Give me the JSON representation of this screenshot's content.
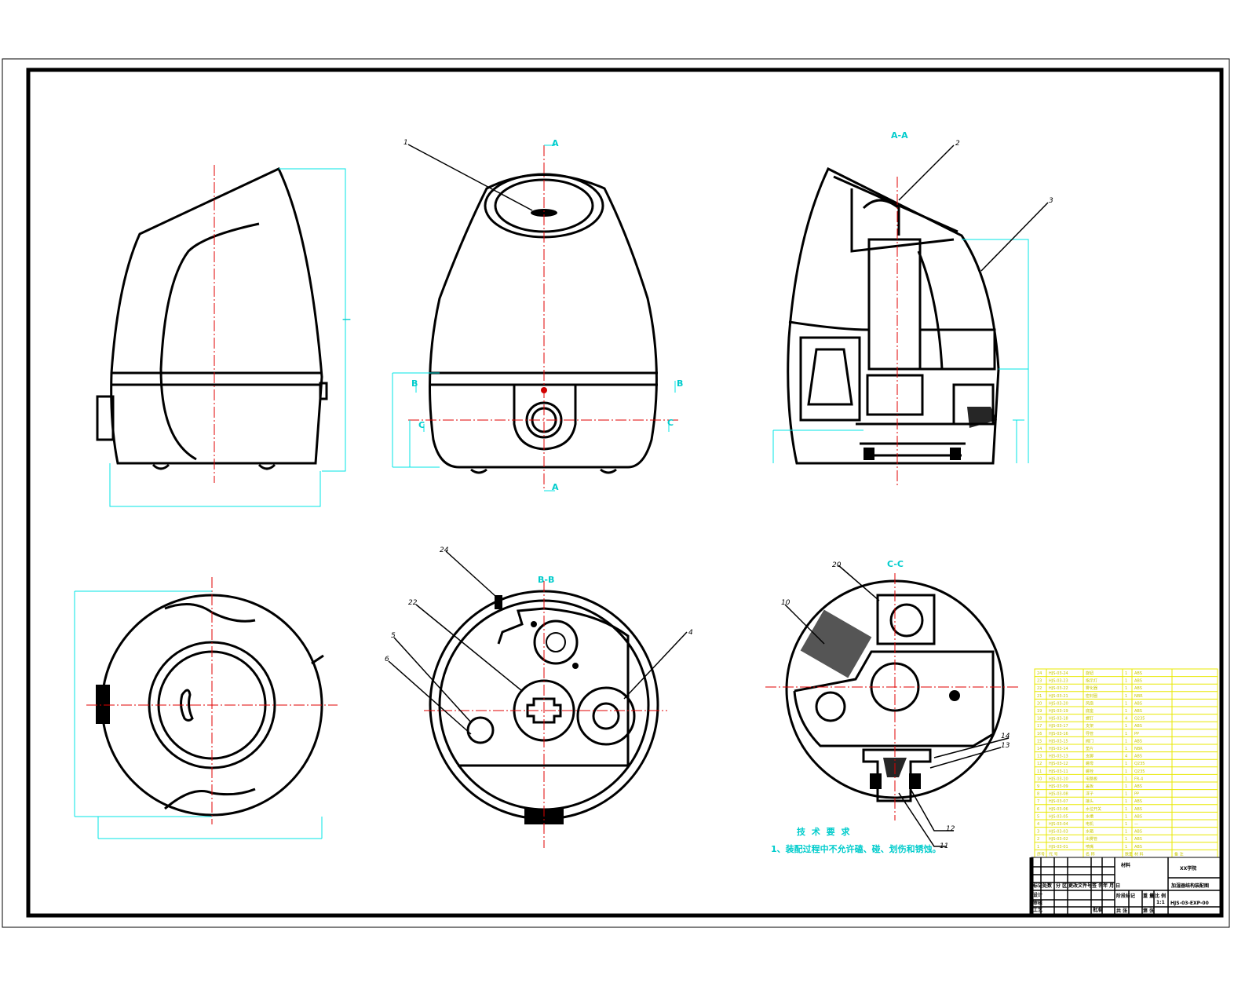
{
  "views": {
    "section_aa": "A-A",
    "section_bb": "B-B",
    "section_cc": "C-C",
    "marker_a": "A",
    "marker_b": "B",
    "marker_c": "C"
  },
  "part_numbers": [
    "1",
    "2",
    "3",
    "4",
    "5",
    "6",
    "10",
    "11",
    "12",
    "13",
    "14",
    "20",
    "22",
    "24"
  ],
  "tech_requirements": {
    "title": "技 术 要 求",
    "items": [
      "1、装配过程中不允许磕、碰、划伤和锈蚀。"
    ]
  },
  "parts_list": {
    "rows": [
      {
        "no": "24",
        "code": "HJS-03-24",
        "name": "旋钮",
        "qty": "1",
        "material": "ABS"
      },
      {
        "no": "23",
        "code": "HJS-03-23",
        "name": "指示灯",
        "qty": "1",
        "material": "ABS"
      },
      {
        "no": "22",
        "code": "HJS-03-22",
        "name": "雾化器",
        "qty": "1",
        "material": "ABS"
      },
      {
        "no": "21",
        "code": "HJS-03-21",
        "name": "密封圈",
        "qty": "1",
        "material": "NBR"
      },
      {
        "no": "20",
        "code": "HJS-03-20",
        "name": "风扇",
        "qty": "1",
        "material": "ABS"
      },
      {
        "no": "19",
        "code": "HJS-03-19",
        "name": "底座",
        "qty": "1",
        "material": "ABS"
      },
      {
        "no": "18",
        "code": "HJS-03-18",
        "name": "螺钉",
        "qty": "4",
        "material": "Q235"
      },
      {
        "no": "17",
        "code": "HJS-03-17",
        "name": "支架",
        "qty": "1",
        "material": "ABS"
      },
      {
        "no": "16",
        "code": "HJS-03-16",
        "name": "导管",
        "qty": "1",
        "material": "PP"
      },
      {
        "no": "15",
        "code": "HJS-03-15",
        "name": "阀门",
        "qty": "1",
        "material": "ABS"
      },
      {
        "no": "14",
        "code": "HJS-03-14",
        "name": "垫片",
        "qty": "1",
        "material": "NBR"
      },
      {
        "no": "13",
        "code": "HJS-03-13",
        "name": "支脚",
        "qty": "4",
        "material": "ABS"
      },
      {
        "no": "12",
        "code": "HJS-03-12",
        "name": "螺母",
        "qty": "1",
        "material": "Q235"
      },
      {
        "no": "11",
        "code": "HJS-03-11",
        "name": "螺栓",
        "qty": "1",
        "material": "Q235"
      },
      {
        "no": "10",
        "code": "HJS-03-10",
        "name": "电路板",
        "qty": "1",
        "material": "FR-4"
      },
      {
        "no": "9",
        "code": "HJS-03-09",
        "name": "盖板",
        "qty": "1",
        "material": "ABS"
      },
      {
        "no": "8",
        "code": "HJS-03-08",
        "name": "浮子",
        "qty": "1",
        "material": "PP"
      },
      {
        "no": "7",
        "code": "HJS-03-07",
        "name": "接头",
        "qty": "1",
        "material": "ABS"
      },
      {
        "no": "6",
        "code": "HJS-03-06",
        "name": "水位开关",
        "qty": "1",
        "material": "ABS"
      },
      {
        "no": "5",
        "code": "HJS-03-05",
        "name": "水槽",
        "qty": "1",
        "material": "ABS"
      },
      {
        "no": "4",
        "code": "HJS-03-04",
        "name": "电机",
        "qty": "1",
        "material": "—"
      },
      {
        "no": "3",
        "code": "HJS-03-03",
        "name": "水箱",
        "qty": "1",
        "material": "ABS"
      },
      {
        "no": "2",
        "code": "HJS-03-02",
        "name": "出雾管",
        "qty": "1",
        "material": "ABS"
      },
      {
        "no": "1",
        "code": "HJS-03-01",
        "name": "喷嘴",
        "qty": "1",
        "material": "ABS"
      }
    ],
    "header": {
      "no": "序号",
      "code": "代 号",
      "name": "名 称",
      "qty": "数量",
      "material": "材 料",
      "note": "备 注"
    }
  },
  "title_block": {
    "school": "XX学院",
    "drawing_title": "加湿器结构装配图",
    "drawing_number": "HJS-03-EXP-00",
    "material_label": "材料",
    "labels": [
      "标记",
      "处数",
      "分 区",
      "更改文件号",
      "签 名",
      "年 月 日",
      "设计",
      "审核",
      "工艺",
      "批准",
      "阶段标记",
      "重 量",
      "比 例",
      "共 张",
      "第 张"
    ],
    "scale": "1:1"
  }
}
